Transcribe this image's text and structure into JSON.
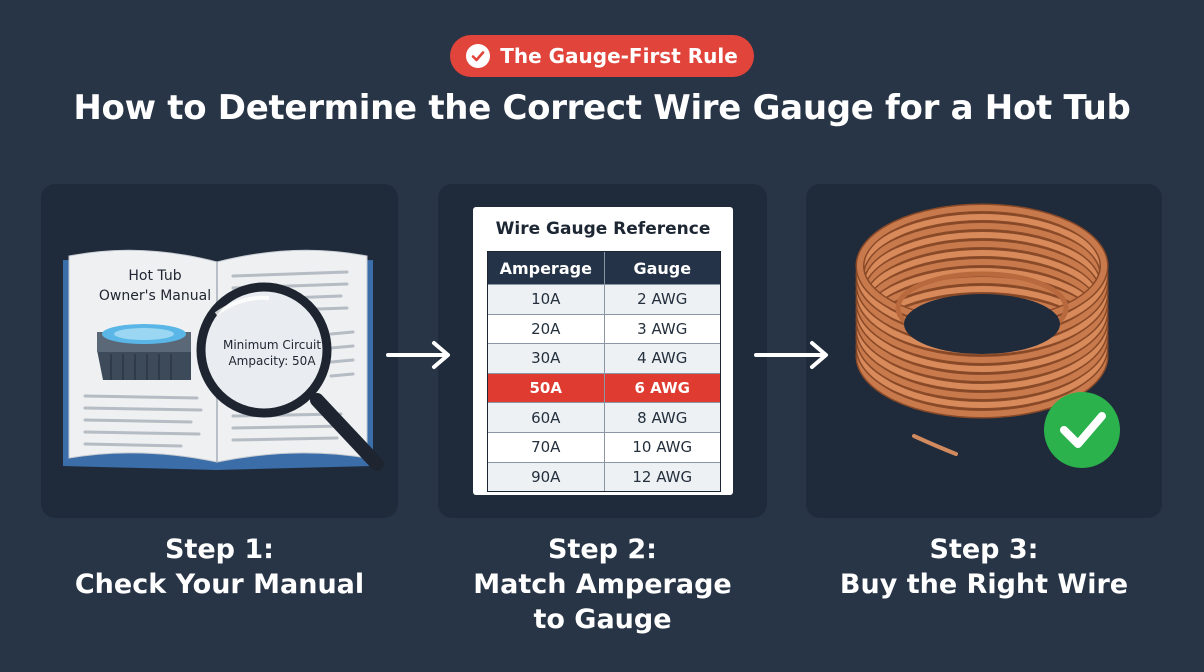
{
  "badge": {
    "label": "The Gauge-First Rule",
    "icon": "check-circle-icon"
  },
  "title": "How to Determine the Correct Wire Gauge for a Hot Tub",
  "manual": {
    "title_line1": "Hot Tub",
    "title_line2": "Owner's Manual",
    "magnified_line1": "Minimum Circuit",
    "magnified_line2": "Ampacity: 50A"
  },
  "reference": {
    "title": "Wire Gauge Reference",
    "headers": [
      "Amperage",
      "Gauge"
    ],
    "rows": [
      [
        "10A",
        "2 AWG"
      ],
      [
        "20A",
        "3 AWG"
      ],
      [
        "30A",
        "4 AWG"
      ],
      [
        "50A",
        "6 AWG"
      ],
      [
        "60A",
        "8 AWG"
      ],
      [
        "70A",
        "10 AWG"
      ],
      [
        "90A",
        "12 AWG"
      ]
    ],
    "highlighted_row": 3
  },
  "steps": [
    {
      "line1": "Step 1:",
      "line2": "Check Your Manual",
      "line3": ""
    },
    {
      "line1": "Step 2:",
      "line2": "Match Amperage",
      "line3": "to Gauge"
    },
    {
      "line1": "Step 3:",
      "line2": "Buy the Right Wire",
      "line3": ""
    }
  ],
  "colors": {
    "background": "#283547",
    "panel": "#1f2b3b",
    "accent_red": "#e0443a",
    "check_green": "#2bb24c",
    "copper": "#c97a4c"
  }
}
